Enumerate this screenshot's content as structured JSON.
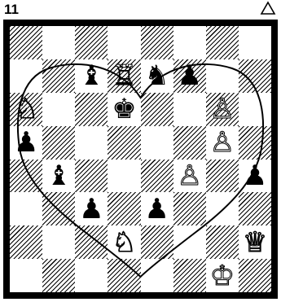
{
  "puzzle": {
    "number": "11",
    "to_move_icon": "triangle-outline-icon"
  },
  "board": {
    "pieces": [
      {
        "square": "c7",
        "type": "bishop",
        "color": "black",
        "glyph": "♝"
      },
      {
        "square": "d7",
        "type": "rook",
        "color": "white",
        "glyph": "♖"
      },
      {
        "square": "e7",
        "type": "knight",
        "color": "black",
        "glyph": "♞"
      },
      {
        "square": "f7",
        "type": "pawn",
        "color": "black",
        "glyph": "♟"
      },
      {
        "square": "a6",
        "type": "knight",
        "color": "white",
        "glyph": "♘"
      },
      {
        "square": "d6",
        "type": "king",
        "color": "black",
        "glyph": "♚"
      },
      {
        "square": "g6",
        "type": "pawn",
        "color": "white",
        "glyph": "♙"
      },
      {
        "square": "a5",
        "type": "pawn",
        "color": "black",
        "glyph": "♟"
      },
      {
        "square": "g5",
        "type": "pawn",
        "color": "white",
        "glyph": "♙"
      },
      {
        "square": "b4",
        "type": "bishop",
        "color": "black",
        "glyph": "♝"
      },
      {
        "square": "f4",
        "type": "pawn",
        "color": "white",
        "glyph": "♙"
      },
      {
        "square": "h4",
        "type": "pawn",
        "color": "black",
        "glyph": "♟"
      },
      {
        "square": "c3",
        "type": "pawn",
        "color": "black",
        "glyph": "♟"
      },
      {
        "square": "e3",
        "type": "pawn",
        "color": "black",
        "glyph": "♟"
      },
      {
        "square": "d2",
        "type": "knight",
        "color": "white",
        "glyph": "♘"
      },
      {
        "square": "h2",
        "type": "queen",
        "color": "white",
        "glyph": "♕"
      },
      {
        "square": "g1",
        "type": "king",
        "color": "white",
        "glyph": "♔"
      }
    ],
    "overlay_icon": "heart-outline-icon"
  }
}
